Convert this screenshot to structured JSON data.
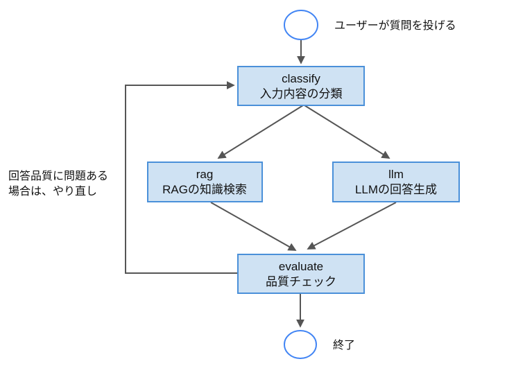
{
  "colors": {
    "node_fill": "#cfe2f3",
    "node_border": "#4a90d9",
    "terminal_border": "#4285f4",
    "edge": "#555555",
    "text": "#111111",
    "background": "#ffffff"
  },
  "diagram": {
    "type": "flowchart",
    "start_label": "ユーザーが質問を投げる",
    "end_label": "終了",
    "nodes": {
      "classify": {
        "name": "classify",
        "label": "入力内容の分類"
      },
      "rag": {
        "name": "rag",
        "label": "RAGの知識検索"
      },
      "llm": {
        "name": "llm",
        "label": "LLMの回答生成"
      },
      "evaluate": {
        "name": "evaluate",
        "label": "品質チェック"
      }
    },
    "feedback_note": {
      "line1": "回答品質に問題ある",
      "line2": "場合は、やり直し"
    },
    "edges": [
      {
        "from": "start",
        "to": "classify"
      },
      {
        "from": "classify",
        "to": "rag"
      },
      {
        "from": "classify",
        "to": "llm"
      },
      {
        "from": "rag",
        "to": "evaluate"
      },
      {
        "from": "llm",
        "to": "evaluate"
      },
      {
        "from": "evaluate",
        "to": "classify",
        "note": "回答品質に問題ある場合は、やり直し"
      },
      {
        "from": "evaluate",
        "to": "end"
      }
    ]
  }
}
